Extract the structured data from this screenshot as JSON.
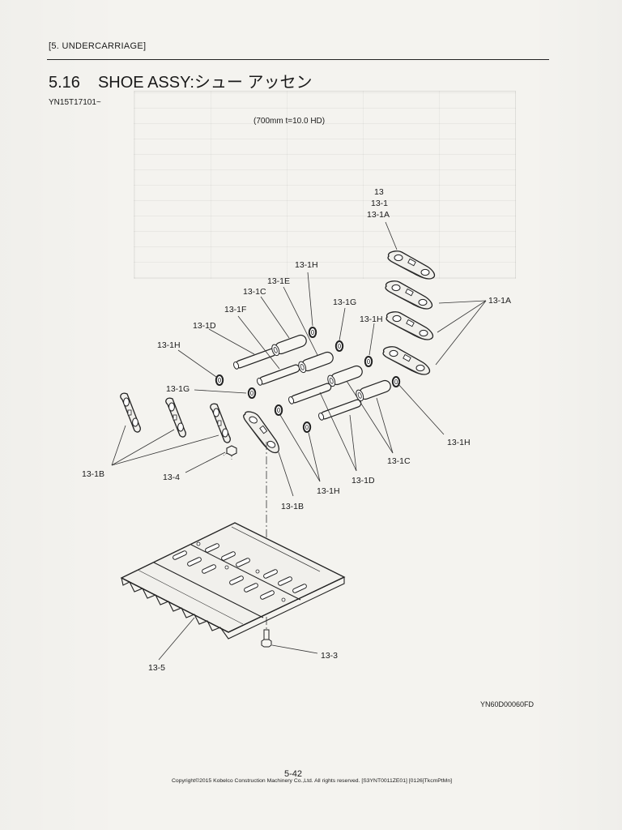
{
  "header": {
    "section": "[5.  UNDERCARRIAGE]"
  },
  "title": {
    "number": "5.16",
    "text": "SHOE ASSY:シュー アッセン"
  },
  "serial": "YN15T17101~",
  "spec": "(700mm t=10.0 HD)",
  "callouts": {
    "c13": "13",
    "c13_1": "13-1",
    "c13_1A_top": "13-1A",
    "c13_1A_right": "13-1A",
    "c13_1H_a": "13-1H",
    "c13_1E": "13-1E",
    "c13_1C_top": "13-1C",
    "c13_1F": "13-1F",
    "c13_1G_top": "13-1G",
    "c13_1H_b": "13-1H",
    "c13_1D_top": "13-1D",
    "c13_1H_c": "13-1H",
    "c13_1G_left": "13-1G",
    "c13_1H_right": "13-1H",
    "c13_1B_left": "13-1B",
    "c13_4": "13-4",
    "c13_1C_bottom": "13-1C",
    "c13_1D_bottom": "13-1D",
    "c13_1H_bottom": "13-1H",
    "c13_1B_bottom": "13-1B",
    "c13_3": "13-3",
    "c13_5": "13-5"
  },
  "drawing_id": "YN60D00060FD",
  "footer": {
    "page_number": "5-42",
    "copyright": "Copyright©2015 Kobelco Construction Machinery Co.,Ltd. All rights reserved. [S3YNT0011ZE01] [0126]TkcmPtMn]"
  }
}
